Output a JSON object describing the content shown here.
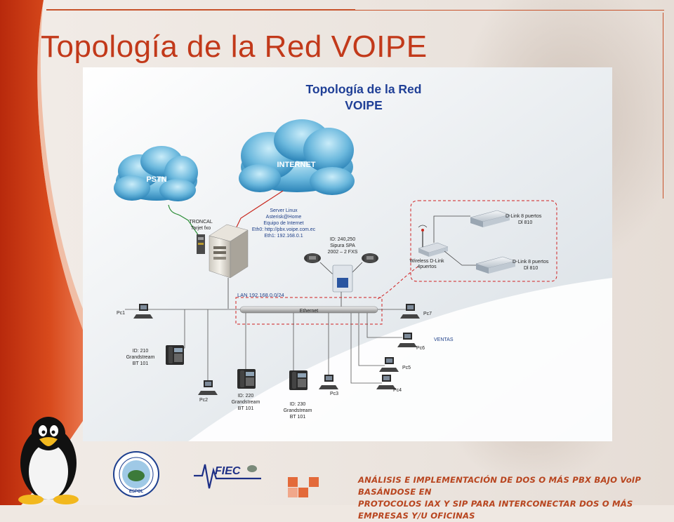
{
  "slide": {
    "title": "Topología de la Red VOIPE",
    "footer_line1": "ANÁLISIS E IMPLEMENTACIÓN DE DOS O MÁS PBX BAJO VoIP BASÁNDOSE EN",
    "footer_line2": "PROTOCOLOS IAX Y SIP PARA INTERCONECTAR DOS O MÁS EMPRESAS Y/U OFICINAS",
    "fiec_label": "FIEC",
    "espol_label": "ESPOL"
  },
  "diagram": {
    "title_line1": "Topología de la Red",
    "title_line2": "VOIPE",
    "pstn_label": "PSTN",
    "internet_label": "INTERNET",
    "troncal_line1": "TRONCAL",
    "troncal_line2": "Tarjet fxo",
    "server": [
      "Server Linux",
      "Asterisk@Home",
      "Equipo de Internet",
      "Eth0: http://pbx.voipe.com.ec",
      "Eth1: 192.168.0.1"
    ],
    "spa": [
      "ID: 240,250",
      "Sipura SPA",
      "2002 – 2 FXS"
    ],
    "lan_label": "LAN 192.168.0.0/24",
    "ethernet_label": "Ethernet",
    "ventas_label": "VENTAS",
    "dlink_top": [
      "D-Link 8 puertos",
      "Dl 810"
    ],
    "dlink_bottom": [
      "D-Link 8 puertos",
      "Dl 810"
    ],
    "wireless": [
      "Wireless D-Link",
      "4puertos"
    ],
    "pcs": {
      "pc1": "Pc1",
      "pc2": "Pc2",
      "pc3": "Pc3",
      "pc4": "Pc4",
      "pc5": "Pc5",
      "pc6": "Pc6",
      "pc7": "Pc7"
    },
    "phone210": [
      "ID: 210",
      "Grandstream",
      "BT 101"
    ],
    "phone220": [
      "ID: 220",
      "Grandstream",
      "BT 101"
    ],
    "phone230": [
      "ID: 230",
      "Grandstream",
      "BT 101"
    ]
  }
}
